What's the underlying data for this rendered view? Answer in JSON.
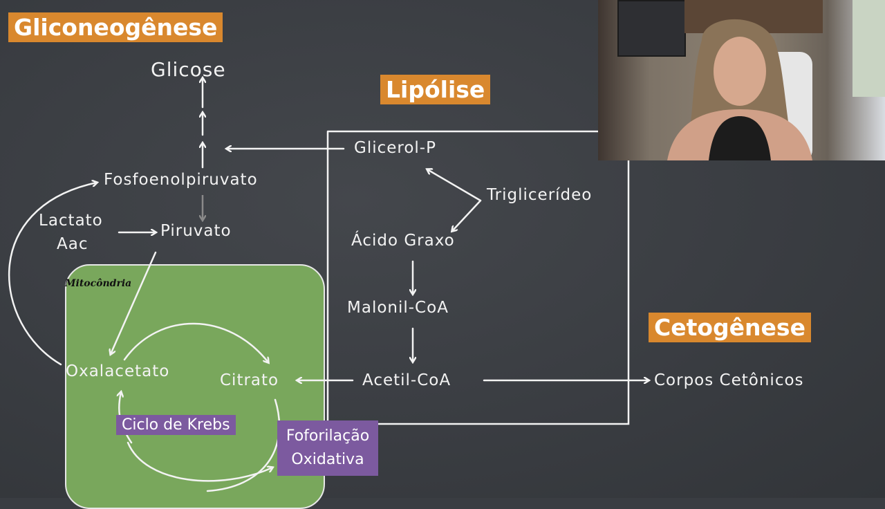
{
  "sections": {
    "gliconeogenese": "Gliconeogênese",
    "lipolise": "Lipólise",
    "cetogenese": "Cetogênese"
  },
  "nodes": {
    "glicose": "Glicose",
    "fosfoenolpiruvato": "Fosfoenolpiruvato",
    "lactato": "Lactato",
    "aac": "Aac",
    "piruvato": "Piruvato",
    "oxalacetato": "Oxalacetato",
    "citrato": "Citrato",
    "glicerol_p": "Glicerol-P",
    "triglicerideo": "Triglicerídeo",
    "acido_graxo": "Ácido Graxo",
    "malonil_coa": "Malonil-CoA",
    "acetil_coa": "Acetil-CoA",
    "corpos_cetonicos": "Corpos Cetônicos"
  },
  "mitochondria_label": "Mitocôndria",
  "boxes": {
    "ciclo_krebs": "Ciclo de Krebs",
    "fosforilacao_line1": "Foforilação",
    "fosforilacao_line2": "Oxidativa"
  },
  "colors": {
    "board": "#3a3d42",
    "chalk": "#f3f3f3",
    "orange": "#d9882e",
    "purple": "#7c5a9f",
    "mitochondria": "#79a75c"
  }
}
